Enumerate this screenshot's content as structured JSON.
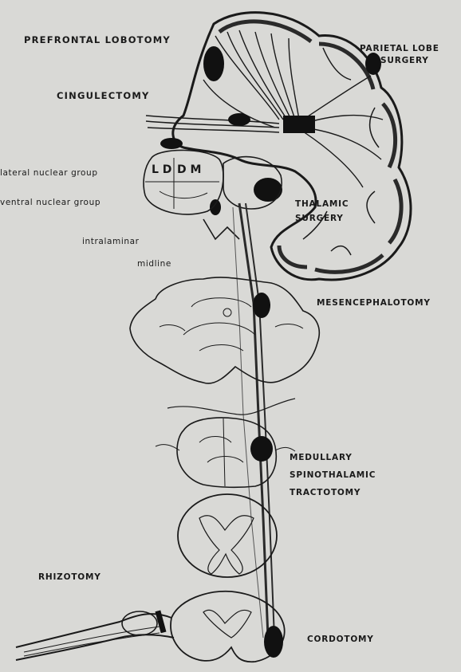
{
  "labels": {
    "prefrontal_lobotomy": "PREFRONTAL LOBOTOMY",
    "parietal_lobe_surgery_line1": "PARIETAL LOBE",
    "parietal_lobe_surgery_line2": "SURGERY",
    "cingulectomy": "CINGULECTOMY",
    "lateral_nuclear_group": "lateral nuclear group",
    "ventral_nuclear_group": "ventral nuclear group",
    "thalamic_surgery_line1": "THALAMIC",
    "thalamic_surgery_line2": "SURGERY",
    "intralaminar": "intralaminar",
    "midline": "midline",
    "mesencephalotomy": "MESENCEPHALOTOMY",
    "medullary_line1": "MEDULLARY",
    "medullary_line2": "SPINOTHALAMIC",
    "medullary_line3": "TRACTOTOMY",
    "rhizotomy": "RHIZOTOMY",
    "cordotomy": "CORDOTOMY",
    "nucleus_ld": "L D",
    "nucleus_dm": "D M"
  },
  "colors": {
    "paper": "#d9d9d6",
    "ink": "#1a1a1a",
    "lesion": "#111111"
  }
}
